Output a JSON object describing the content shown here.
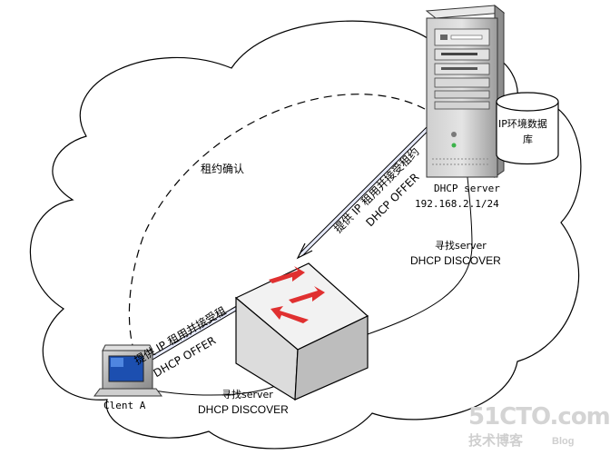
{
  "server": {
    "name": "DHCP server",
    "ip": "192.168.2.1/24"
  },
  "database": {
    "line1": "IP环境数据",
    "line2": "库"
  },
  "client": {
    "name": "Clent A"
  },
  "lease_confirm": "租约确认",
  "offer_top": {
    "cn": "提供 IP 租用并接受租约",
    "en": "DHCP OFFER"
  },
  "offer_bottom": {
    "cn": "提供 IP 租用并接受租",
    "en": "DHCP OFFER"
  },
  "discover_right": {
    "cn": "寻找server",
    "en": "DHCP DISCOVER"
  },
  "discover_bottom": {
    "cn": "寻找server",
    "en": "DHCP DISCOVER"
  },
  "watermark": {
    "site": "51CTO.com",
    "cn": "技术博客",
    "en": "Blog"
  }
}
